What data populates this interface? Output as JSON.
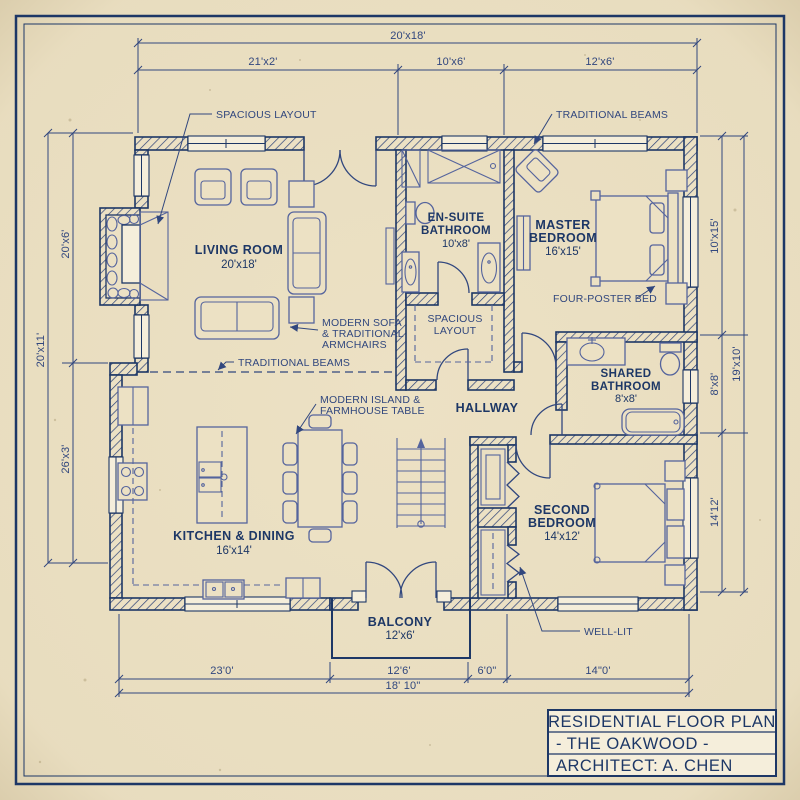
{
  "title_block": {
    "line1": "RESIDENTIAL FLOOR PLAN",
    "line2": "- THE OAKWOOD -",
    "line3": "ARCHITECT: A. CHEN"
  },
  "rooms": {
    "living": {
      "name": "LIVING ROOM",
      "size": "20'x18'"
    },
    "ensuite": {
      "line1": "EN-SUITE",
      "line2": "BATHROOM",
      "size": "10'x8'"
    },
    "master": {
      "line1": "MASTER",
      "line2": "BEDROOM",
      "size": "16'x15'"
    },
    "kitchen": {
      "name": "KITCHEN & DINING",
      "size": "16'x14'"
    },
    "hallway": {
      "name": "HALLWAY"
    },
    "shared_bath": {
      "line1": "SHARED",
      "line2": "BATHROOM",
      "size": "8'x8'"
    },
    "second": {
      "line1": "SECOND",
      "line2": "BEDROOM",
      "size": "14'x12'"
    },
    "balcony": {
      "name": "BALCONY",
      "size": "12'x6'"
    }
  },
  "dimensions": {
    "top_overall": "20'x18'",
    "top_left": "21'x2'",
    "top_mid": "10'x6'",
    "top_right": "12'x6'",
    "left_overall": "20'x11'",
    "left_upper": "20'x6'",
    "left_lower": "26'x3'",
    "right_overall": "19'x10'",
    "right_upper": "10'x15'",
    "right_mid": "8'x8'",
    "right_lower": "14'12'",
    "bottom_left": "23'0'",
    "bottom_balcony": "12'6'",
    "bottom_mid": "6'0\"",
    "bottom_right": "14\"0'",
    "bottom_overall": "18' 10\""
  },
  "annotations": {
    "spacious_top": "SPACIOUS LAYOUT",
    "beams_top": "TRADITIONAL BEAMS",
    "sofa_line1": "MODERN SOFA",
    "sofa_line2": "& TRADITIONAL",
    "sofa_line3": "ARMCHAIRS",
    "beams_mid": "TRADITIONAL BEAMS",
    "island_line1": "MODERN ISLAND &",
    "island_line2": "FARMHOUSE TABLE",
    "closet_line1": "SPACIOUS",
    "closet_line2": "LAYOUT",
    "four_poster": "FOUR-POSTER BED",
    "well_lit": "WELL-LIT"
  },
  "colors": {
    "paper": "#ece1c4",
    "paper-edge": "#e5d8b9",
    "ink": "#1d3766",
    "ink-mid": "#31477e",
    "ink-light": "#55649d",
    "winfill": "#f5eedb"
  }
}
